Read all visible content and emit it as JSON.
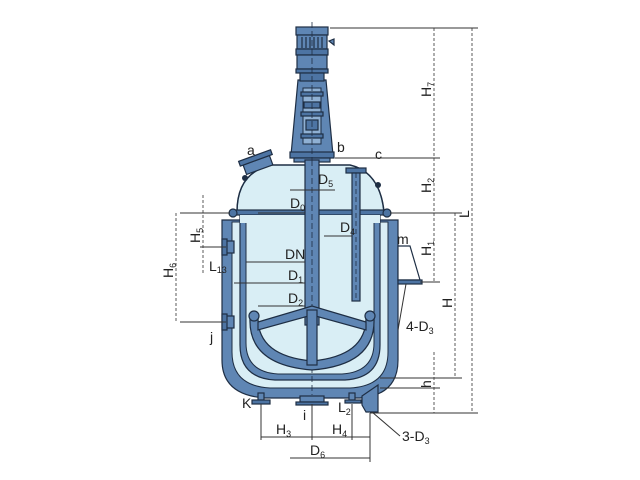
{
  "diagram": {
    "title": "Reactor vessel dimension drawing",
    "colors": {
      "vessel_fill": "#d9eef5",
      "steel": "#5f86b4",
      "outline": "#1e2e44",
      "dimension_line": "#333333",
      "background": "#ffffff"
    },
    "nozzle_labels": {
      "a": "a",
      "b": "b",
      "c": "c",
      "m": "m",
      "j": "j",
      "K": "K",
      "i": "i"
    },
    "diameter_labels": {
      "D0": {
        "main": "D",
        "sub": "0"
      },
      "D5": {
        "main": "D",
        "sub": "5"
      },
      "D4": {
        "main": "D",
        "sub": "4"
      },
      "DN": {
        "main": "DN",
        "sub": ""
      },
      "D1": {
        "main": "D",
        "sub": "1"
      },
      "D2": {
        "main": "D",
        "sub": "2"
      },
      "D6": {
        "main": "D",
        "sub": "6"
      }
    },
    "height_labels": {
      "H7": {
        "main": "H",
        "sub": "7"
      },
      "H2": {
        "main": "H",
        "sub": "2"
      },
      "H1": {
        "main": "H",
        "sub": "1"
      },
      "H": {
        "main": "H",
        "sub": ""
      },
      "h": {
        "main": "h",
        "sub": ""
      },
      "L": {
        "main": "L",
        "sub": ""
      },
      "H5": {
        "main": "H",
        "sub": "5"
      },
      "H6": {
        "main": "H",
        "sub": "6"
      },
      "L13": {
        "main": "L",
        "sub": "13"
      },
      "H3": {
        "main": "H",
        "sub": "3"
      },
      "H4": {
        "main": "H",
        "sub": "4"
      },
      "L2": {
        "main": "L",
        "sub": "2"
      }
    },
    "callouts": {
      "lug_holes": {
        "main": "4-D",
        "sub": "3"
      },
      "leg_holes": {
        "main": "3-D",
        "sub": "3"
      }
    }
  }
}
